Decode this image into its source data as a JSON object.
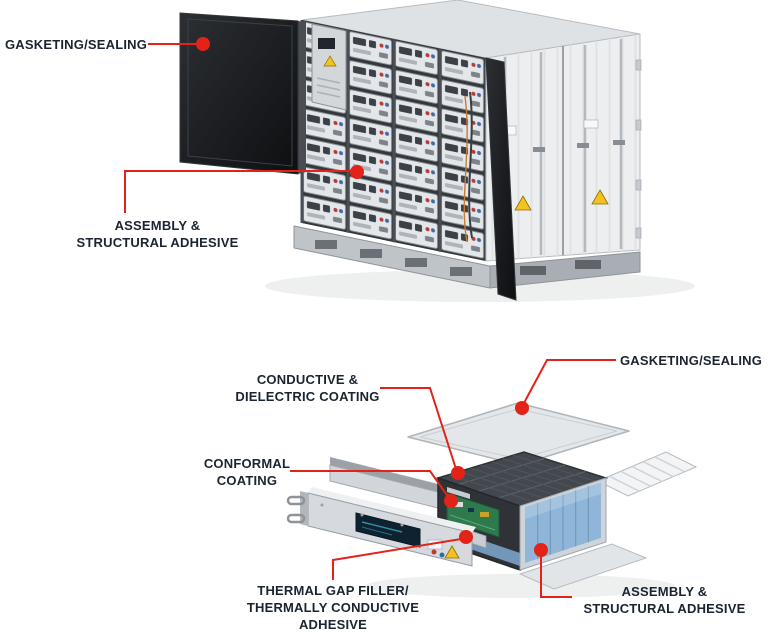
{
  "colors": {
    "background": "#ffffff",
    "accent_red": "#e2231a",
    "label_text": "#1b2430"
  },
  "top_diagram": {
    "labels": {
      "gasketing": {
        "line1": "GASKETING/SEALING"
      },
      "assembly": {
        "line1": "ASSEMBLY &",
        "line2": "STRUCTURAL ADHESIVE"
      }
    }
  },
  "bottom_diagram": {
    "labels": {
      "conductive": {
        "line1": "CONDUCTIVE &",
        "line2": "DIELECTRIC COATING"
      },
      "gasketing": {
        "line1": "GASKETING/SEALING"
      },
      "conformal": {
        "line1": "CONFORMAL",
        "line2": "COATING"
      },
      "thermal": {
        "line1": "THERMAL GAP FILLER/",
        "line2": "THERMALLY CONDUCTIVE",
        "line3": "ADHESIVE"
      },
      "assembly": {
        "line1": "ASSEMBLY &",
        "line2": "STRUCTURAL ADHESIVE"
      }
    }
  }
}
